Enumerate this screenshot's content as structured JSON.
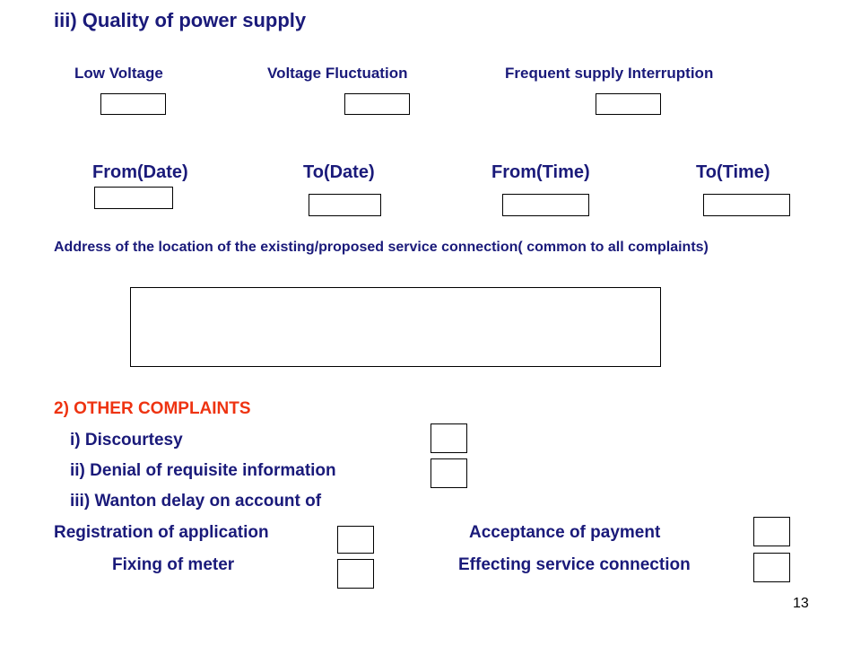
{
  "section_title": "iii) Quality of power supply",
  "supply_types": {
    "low_voltage": "Low Voltage",
    "voltage_fluctuation": "Voltage Fluctuation",
    "interruption": "Frequent supply Interruption"
  },
  "period": {
    "from_date": "From(Date)",
    "to_date": "To(Date)",
    "from_time": "From(Time)",
    "to_time": "To(Time)"
  },
  "address_label": "Address of the location of the existing/proposed service connection( common to all complaints)",
  "other": {
    "heading": "2) OTHER COMPLAINTS",
    "discourtesy": "i)  Discourtesy",
    "denial": "ii)  Denial of requisite information",
    "wanton": "iii)  Wanton delay on account of",
    "registration": "Registration of application",
    "acceptance": "Acceptance of payment",
    "fixing": "Fixing of meter",
    "effecting": "Effecting service connection"
  },
  "page_number": "13",
  "colors": {
    "heading_navy": "#1a1a7a",
    "other_heading_red": "#ee3311"
  }
}
